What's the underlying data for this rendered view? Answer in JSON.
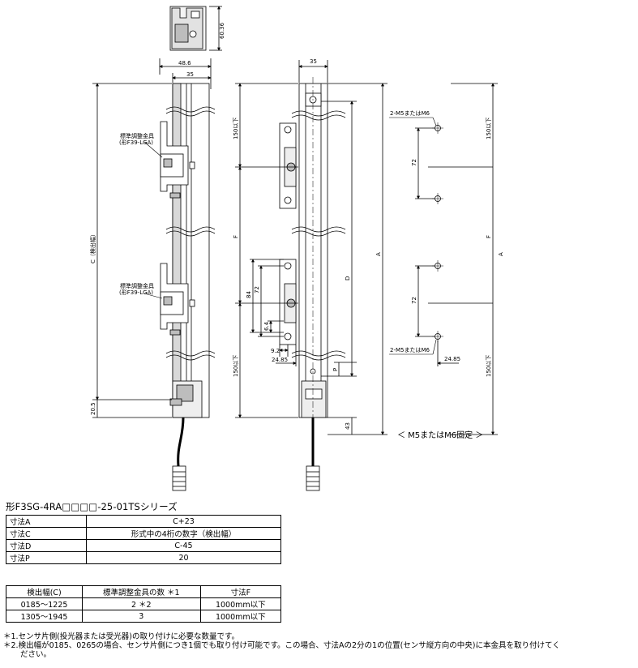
{
  "drawing": {
    "side_view": {
      "top_height": "60.36",
      "width_outer": "48.6",
      "width_inner": "35",
      "bracket_label_1": "標準調整金具",
      "bracket_model_1": "(形F39-LGA)",
      "bracket_label_2": "標準調整金具",
      "bracket_model_2": "(形F39-LGA)",
      "dim_c": "C（検出幅）",
      "dim_bottom": "20.5"
    },
    "front_view": {
      "width": "35",
      "dim_150_top": "150以下",
      "dim_f": "F",
      "dim_84": "84",
      "dim_72": "72",
      "dim_6_4": "6.4",
      "dim_9_2": "9.2",
      "dim_24_85": "24.85",
      "dim_150_bottom": "150以下",
      "dim_d": "D",
      "dim_p": "P",
      "dim_a": "A",
      "dim_43": "43"
    },
    "mount_view": {
      "hole_top": "2-M5またはM6",
      "dim_72_top": "72",
      "dim_150_top": "150以下",
      "dim_f": "F",
      "dim_a": "A",
      "dim_72_bottom": "72",
      "hole_bottom": "2-M5またはM6",
      "dim_24_85": "24.85",
      "dim_150_bottom": "150以下",
      "caption": "＜ M5またはM6固定 ＞"
    }
  },
  "series_title": "形F3SG-4RA□□□□-25-01TSシリーズ",
  "dim_table": [
    {
      "label": "寸法A",
      "value": "C+23"
    },
    {
      "label": "寸法C",
      "value": "形式中の4桁の数字（検出幅）"
    },
    {
      "label": "寸法D",
      "value": "C-45"
    },
    {
      "label": "寸法P",
      "value": "20"
    }
  ],
  "bracket_table": {
    "headers": [
      "検出幅(C)",
      "標準調整金具の数 ＊1",
      "寸法F"
    ],
    "rows": [
      [
        "0185～1225",
        "2 ＊2",
        "1000mm以下"
      ],
      [
        "1305～1945",
        "3",
        "1000mm以下"
      ]
    ]
  },
  "notes": [
    "＊1.センサ片側(投光器または受光器)の取り付けに必要な数量です。",
    "＊2.検出幅が0185、0265の場合、センサ片側につき1個でも取り付け可能です。この場合、寸法Aの2分の1の位置(センサ縦方向の中央)に本金具を取り付けてく",
    "ださい。"
  ],
  "colors": {
    "line": "#000000",
    "gray": "#999999",
    "fill": "#d8d8d8",
    "background": "#ffffff"
  }
}
